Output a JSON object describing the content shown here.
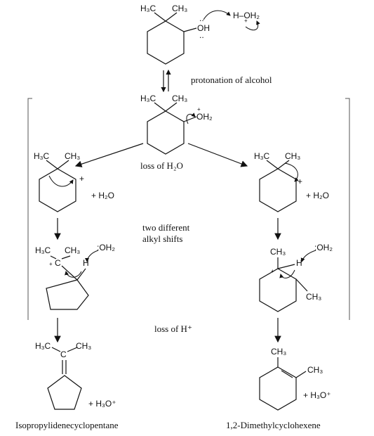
{
  "labels": {
    "protonation": "protonation of alcohol",
    "loss_water": "loss of H₂O",
    "two_shifts_1": "two different",
    "two_shifts_2": "alkyl shifts",
    "loss_h": "loss of H⁺",
    "product_left": "Isopropylidenecyclopentane",
    "product_right": "1,2-Dimethylcyclohexene"
  },
  "chem": {
    "h3c": "H₃C",
    "ch3": "CH₃",
    "oh": "OH",
    "h_oh2": "H–OH₂",
    "oh2_plus": "OH₂",
    "plus": "+",
    "plus_h2o": "+  H₂O",
    "plus_h3o": "+  H₃O⁺",
    "water_base": ":OH₂",
    "h": "H",
    "c": "C"
  }
}
